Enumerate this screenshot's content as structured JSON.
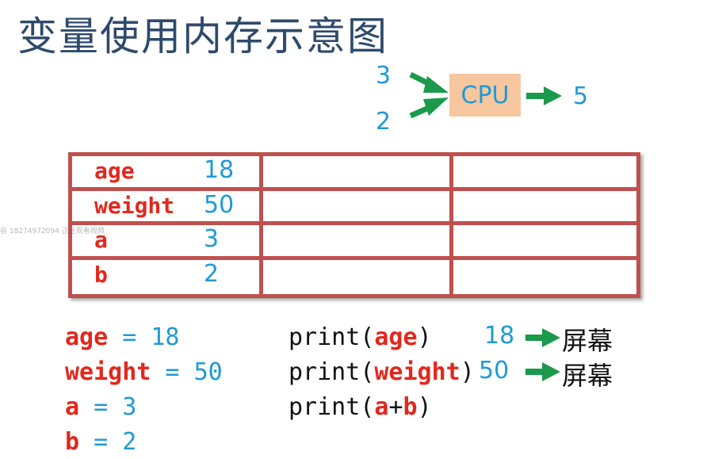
{
  "title": "变量使用内存示意图",
  "cpu": {
    "label": "CPU",
    "input_top": "3",
    "input_bottom": "2",
    "output": "5"
  },
  "memory": {
    "rows": [
      {
        "name": "age",
        "value": "18"
      },
      {
        "name": "weight",
        "value": "50"
      },
      {
        "name": "a",
        "value": "3"
      },
      {
        "name": "b",
        "value": "2"
      }
    ]
  },
  "watermark": "谷 18274972094 正在观看视频",
  "assignments": [
    {
      "name": "age",
      "op": " = ",
      "value": "18"
    },
    {
      "name": "weight",
      "op": " = ",
      "value": "50"
    },
    {
      "name": "a",
      "op": " = ",
      "value": "3"
    },
    {
      "name": "b",
      "op": " = ",
      "value": "2"
    }
  ],
  "prints": [
    {
      "prefix": "print(",
      "arg": "age",
      "suffix": ")",
      "output": "18",
      "dest": "屏幕"
    },
    {
      "prefix": "print(",
      "arg": "weight",
      "suffix": ")",
      "output": "50",
      "dest": "屏幕"
    },
    {
      "prefix": "print(",
      "arg_a": "a",
      "plus": "+",
      "arg_b": "b",
      "suffix": ")"
    }
  ],
  "colors": {
    "title": "#2e4a6b",
    "value": "#1e9ad6",
    "variable": "#e2281e",
    "grid": "#c0504d",
    "cpu_box": "#f6c79f",
    "arrow": "#1a9a4a"
  }
}
